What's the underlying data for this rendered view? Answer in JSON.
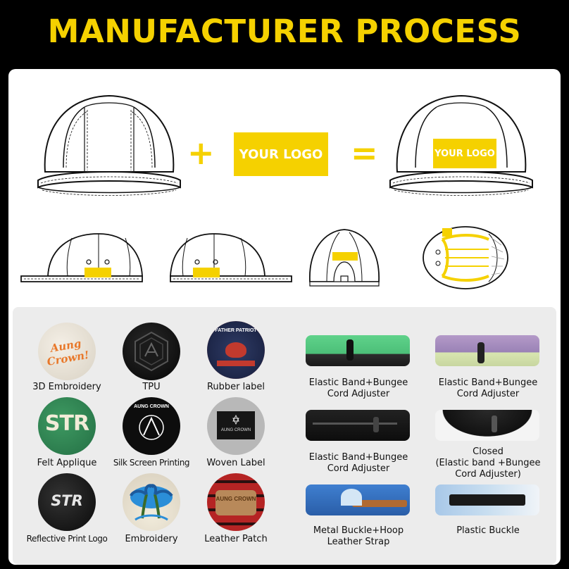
{
  "title": "MANUFACTURER PROCESS",
  "diagram": {
    "plus": "+",
    "equals": "=",
    "logo_text": "YOUR LOGO",
    "result_logo_text": "YOUR LOGO",
    "accent": "#f5d100"
  },
  "logo_options": [
    {
      "label": "3D Embroidery",
      "art_text": "Aung Crown!"
    },
    {
      "label": "TPU",
      "art_text": ""
    },
    {
      "label": "Rubber label",
      "art_text": "FATHER PATRIOT"
    },
    {
      "label": "Felt Applique",
      "art_text": "STR"
    },
    {
      "label": "Silk Screen Printing",
      "art_text": "AUNG CROWN"
    },
    {
      "label": "Woven Label",
      "art_text": "AUNG CROWN"
    },
    {
      "label": "Reflective Print Logo",
      "art_text": "STR"
    },
    {
      "label": "Embroidery",
      "art_text": ""
    },
    {
      "label": "Leather Patch",
      "art_text": "AUNG CROWN"
    }
  ],
  "adjusters": [
    {
      "label_lines": [
        "Elastic Band+Bungee",
        "Cord Adjuster"
      ]
    },
    {
      "label_lines": [
        "Elastic Band+Bungee",
        "Cord Adjuster"
      ]
    },
    {
      "label_lines": [
        "Elastic Band+Bungee",
        "Cord Adjuster"
      ]
    },
    {
      "label_lines": [
        "Closed",
        "(Elastic band +Bungee",
        "Cord Adjuster)"
      ]
    },
    {
      "label_lines": [
        "Metal Buckle+Hoop",
        "Leather Strap"
      ]
    },
    {
      "label_lines": [
        "Plastic Buckle"
      ]
    }
  ]
}
